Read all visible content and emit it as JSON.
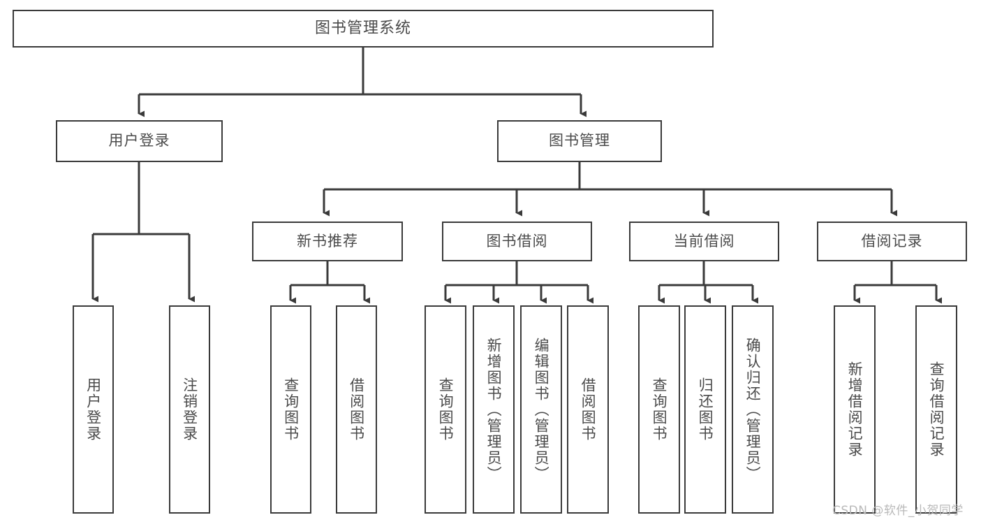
{
  "diagram": {
    "title": "图书管理系统",
    "type": "tree",
    "watermark": "CSDN @软件_小贺同学",
    "colors": {
      "stroke": "#3a3a3a",
      "text": "#4a4a4a",
      "background": "#ffffff",
      "watermark": "#b9b9b9"
    },
    "nodes": {
      "root": {
        "label": "图书管理系统"
      },
      "level1": [
        {
          "label": "用户登录"
        },
        {
          "label": "图书管理"
        }
      ],
      "level2": [
        {
          "label": "新书推荐"
        },
        {
          "label": "图书借阅"
        },
        {
          "label": "当前借阅"
        },
        {
          "label": "借阅记录"
        }
      ],
      "leaves_user_login": [
        {
          "label": "用户登录"
        },
        {
          "label": "注销登录"
        }
      ],
      "leaves_new_book": [
        {
          "label": "查询图书"
        },
        {
          "label": "借阅图书"
        }
      ],
      "leaves_borrow": [
        {
          "label": "查询图书"
        },
        {
          "label": "新增图书（管理员）"
        },
        {
          "label": "编辑图书（管理员）"
        },
        {
          "label": "借阅图书"
        }
      ],
      "leaves_current": [
        {
          "label": "查询图书"
        },
        {
          "label": "归还图书"
        },
        {
          "label": "确认归还（管理员）"
        }
      ],
      "leaves_record": [
        {
          "label": "新增借阅记录"
        },
        {
          "label": "查询借阅记录"
        }
      ]
    }
  }
}
